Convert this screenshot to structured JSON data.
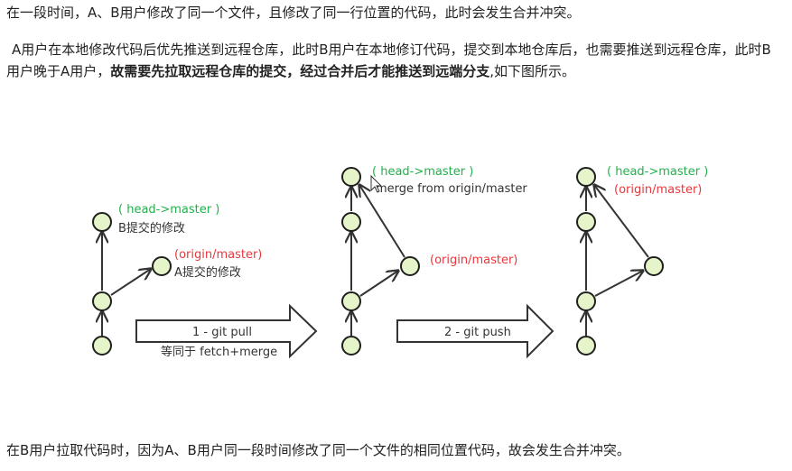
{
  "paragraphs": {
    "p1": "在一段时间，A、B用户修改了同一个文件，且修改了同一行位置的代码，此时会发生合并冲突。",
    "p2_start": "A用户在本地修改代码后优先推送到远程仓库，此时B用户在本地修订代码，提交到本地仓库后，也需要推送到远程仓库，此时B用户晚于A用户，",
    "p2_bold": "故需要先拉取远程仓库的提交，经过合并后才能推送到远端分支",
    "p2_end": ",如下图所示。",
    "p3": "在B用户拉取代码时，因为A、B用户同一段时间修改了同一个文件的相同位置代码，故会发生合并冲突。"
  },
  "diagram": {
    "panel1": {
      "head_label": "( head->master )",
      "b_commit": "B提交的修改",
      "origin_label": "(origin/master)",
      "a_commit": "A提交的修改"
    },
    "arrow1": {
      "label": "1 - git pull",
      "sublabel": "等同于 fetch+merge"
    },
    "panel2": {
      "head_label": "( head->master )",
      "merge_label": "merge from origin/master",
      "origin_label": "(origin/master)"
    },
    "arrow2": {
      "label": "2 - git push"
    },
    "panel3": {
      "head_label": "( head->master )",
      "origin_label": "(origin/master)"
    },
    "colors": {
      "node_fill": "#e6f5c9",
      "green": "#22b14c",
      "red": "#e8383d"
    }
  }
}
